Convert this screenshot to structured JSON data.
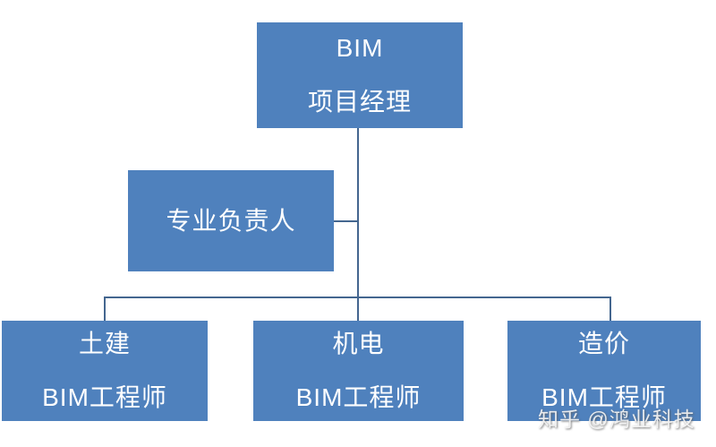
{
  "diagram": {
    "type": "org-chart",
    "title": "BIM team organization chart",
    "colors": {
      "box_fill": "#4f81bd",
      "box_text": "#ffffff",
      "connector": "#44668f",
      "background": "#ffffff"
    },
    "nodes": {
      "manager": {
        "line1": "BIM",
        "line2": "项目经理"
      },
      "lead": {
        "label": "专业负责人"
      },
      "civil": {
        "line1": "土建",
        "line2": "BIM工程师"
      },
      "mep": {
        "line1": "机电",
        "line2": "BIM工程师"
      },
      "cost": {
        "line1": "造价",
        "line2": "BIM工程师"
      }
    },
    "edges": [
      {
        "from": "manager",
        "to": "lead"
      },
      {
        "from": "manager",
        "to": "civil"
      },
      {
        "from": "manager",
        "to": "mep"
      },
      {
        "from": "manager",
        "to": "cost"
      }
    ]
  },
  "watermark": {
    "text": "知乎 @鸿业科技"
  }
}
